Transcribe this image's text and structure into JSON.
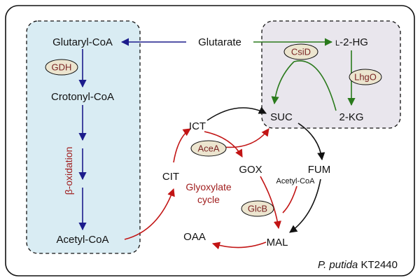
{
  "colors": {
    "blue": "#1c1c8c",
    "green": "#2a7a1c",
    "red": "#c21414",
    "black": "#111111",
    "blue_box": "#d9ecf3",
    "grey_box": "#e9e6ed",
    "enzyme_fill": "#ece5cf",
    "enzyme_text": "#7a2424",
    "label_red": "#a01e1e"
  },
  "metabolites": {
    "glutaryl_coa": "Glutaryl-CoA",
    "glutarate": "Glutarate",
    "l2hg_prefix": "L",
    "l2hg_rest": "-2-HG",
    "crotonyl_coa": "Crotonyl-CoA",
    "acetyl_coa": "Acetyl-CoA",
    "suc": "SUC",
    "two_kg": "2-KG",
    "ict": "ICT",
    "cit": "CIT",
    "gox": "GOX",
    "fum": "FUM",
    "acetyl_coa_small": "Acetyl-CoA",
    "oaa": "OAA",
    "mal": "MAL"
  },
  "enzymes": {
    "gdh": "GDH",
    "csid": "CsiD",
    "lhgo": "LhgO",
    "acea": "AceA",
    "glcb": "GlcB"
  },
  "labels": {
    "beta_oxidation": "β-oxidation",
    "glyoxylate_line1": "Glyoxylate",
    "glyoxylate_line2": "cycle",
    "organism_italic": "P. putida",
    "organism_strain": " KT2440"
  }
}
